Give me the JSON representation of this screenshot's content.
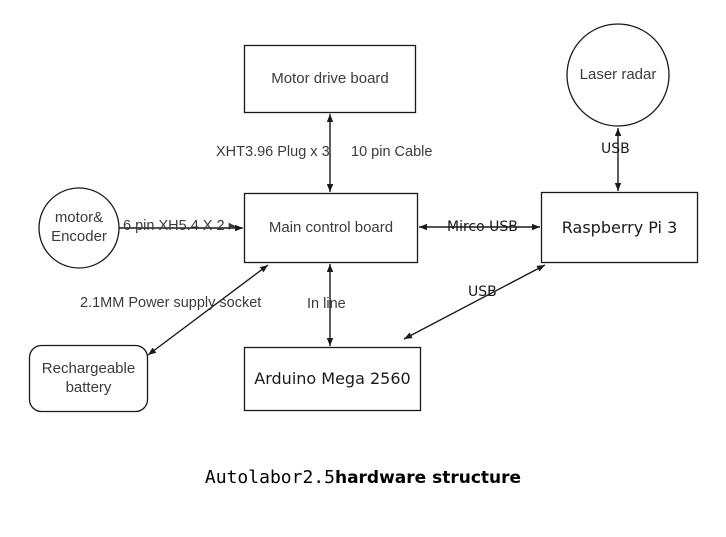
{
  "diagram": {
    "title_primary": "Autolabor2.5",
    "title_secondary": "hardware structure",
    "stroke_color": "#1a1a1a",
    "text_color": "#3b3b3b",
    "background": "#ffffff",
    "nodes": [
      {
        "id": "motor-drive-board",
        "label": "Motor drive board",
        "shape": "rect"
      },
      {
        "id": "main-control-board",
        "label": "Main control board",
        "shape": "rect"
      },
      {
        "id": "raspberry-pi-3",
        "label": "Raspberry Pi 3",
        "shape": "rect"
      },
      {
        "id": "arduino-mega-2560",
        "label": "Arduino Mega 2560",
        "shape": "rect"
      },
      {
        "id": "rechargeable-battery",
        "label": "Rechargeable\nbattery",
        "shape": "rounded-rect"
      },
      {
        "id": "motor-encoder",
        "label": "motor&\nEncoder",
        "shape": "circle"
      },
      {
        "id": "laser-radar",
        "label": "Laser radar",
        "shape": "circle"
      }
    ],
    "edges": [
      {
        "id": "motor-drive-to-main",
        "label": "XHT3.96 Plug x 3",
        "from": "main-control-board",
        "to": "motor-drive-board",
        "arrow": "both"
      },
      {
        "id": "cable-10pin",
        "label": "10 pin Cable",
        "from": "main-control-board",
        "to": "motor-drive-board",
        "arrow": "both"
      },
      {
        "id": "motor-encoder-to-main",
        "label": "6 pin XH5.4 X 2 ▸",
        "from": "motor-encoder",
        "to": "main-control-board",
        "arrow": "to"
      },
      {
        "id": "main-to-pi",
        "label": "Mirco USB",
        "from": "main-control-board",
        "to": "raspberry-pi-3",
        "arrow": "both"
      },
      {
        "id": "pi-to-radar",
        "label": "USB",
        "from": "raspberry-pi-3",
        "to": "laser-radar",
        "arrow": "both"
      },
      {
        "id": "arduino-to-pi",
        "label": "USB",
        "from": "arduino-mega-2560",
        "to": "raspberry-pi-3",
        "arrow": "both"
      },
      {
        "id": "main-to-arduino",
        "label": "In line",
        "from": "main-control-board",
        "to": "arduino-mega-2560",
        "arrow": "both"
      },
      {
        "id": "battery-to-main",
        "label": "2.1MM Power supply socket",
        "from": "rechargeable-battery",
        "to": "main-control-board",
        "arrow": "both"
      }
    ]
  }
}
